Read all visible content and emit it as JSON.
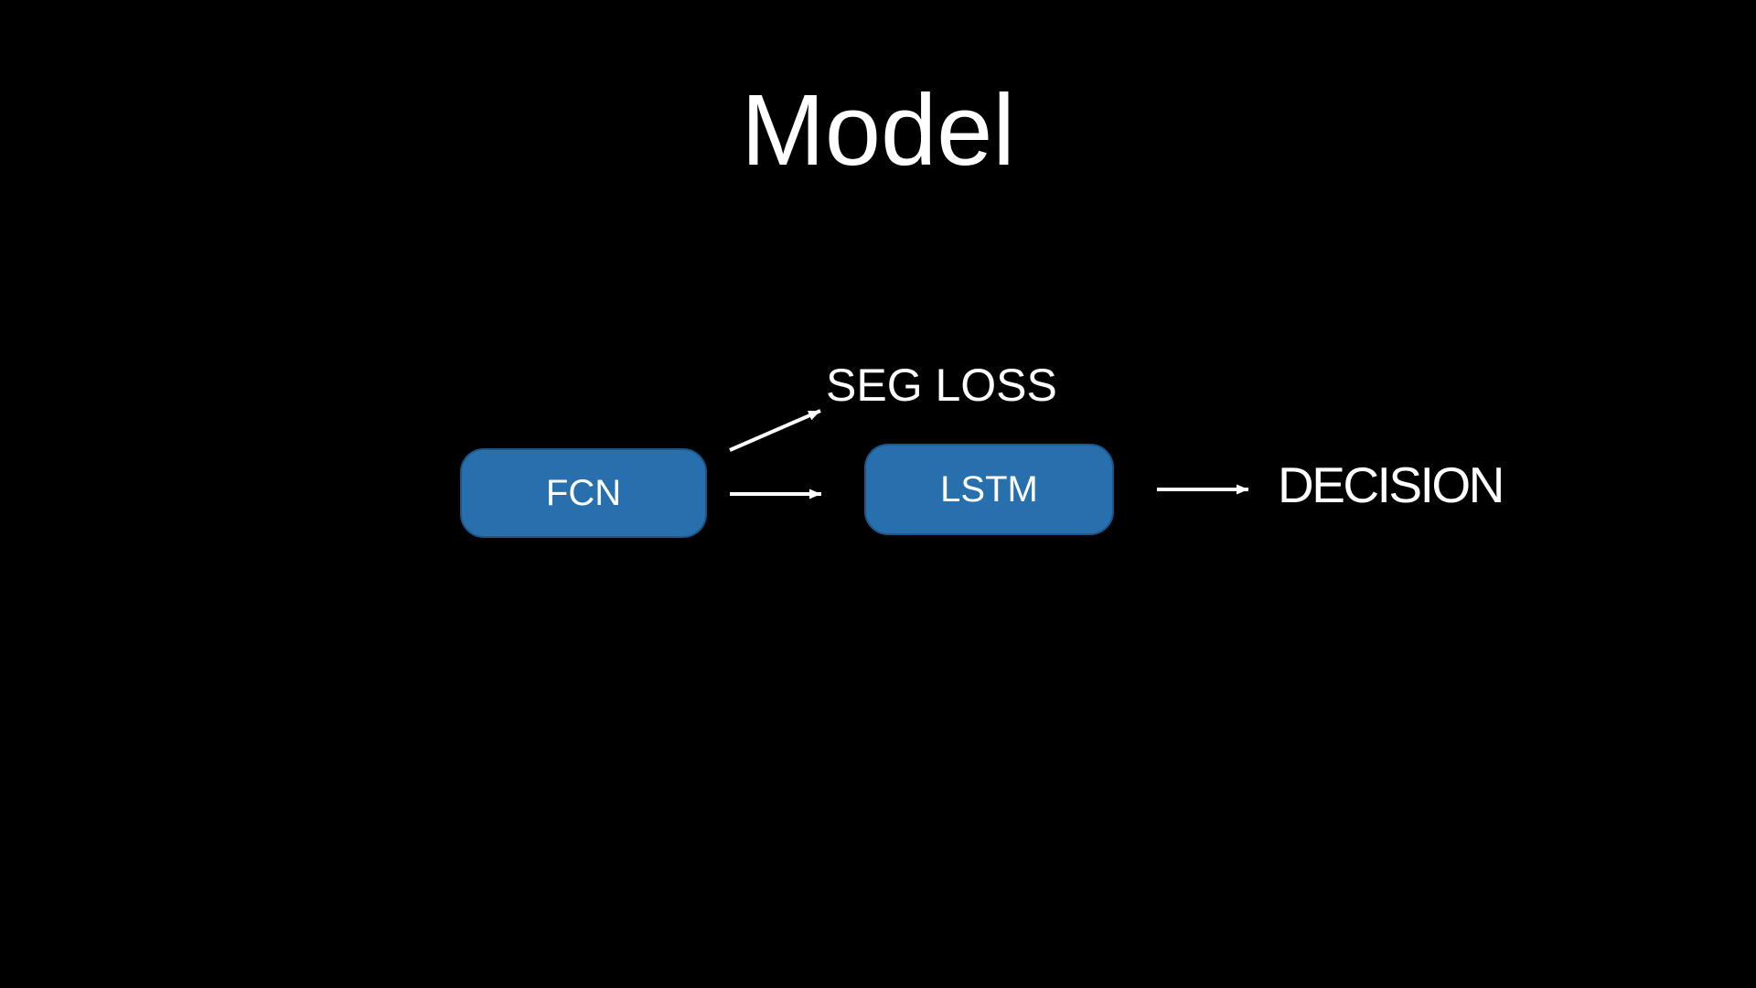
{
  "slide": {
    "title": "Model",
    "background_color": "#000000",
    "accent_color": "#2770AD",
    "accent_border_color": "#1C5587",
    "text_color": "#FFFFFF",
    "arrow_color": "#FFFFFF"
  },
  "diagram": {
    "nodes": [
      {
        "id": "fcn",
        "label": "FCN"
      },
      {
        "id": "lstm",
        "label": "LSTM"
      }
    ],
    "labels": [
      {
        "id": "seg-loss",
        "text": "SEG LOSS"
      },
      {
        "id": "decision",
        "text": "DECISION"
      }
    ],
    "edges": [
      {
        "from": "FCN",
        "to": "SEG LOSS",
        "type": "arrow"
      },
      {
        "from": "FCN",
        "to": "LSTM",
        "type": "arrow"
      },
      {
        "from": "LSTM",
        "to": "DECISION",
        "type": "arrow"
      }
    ]
  }
}
